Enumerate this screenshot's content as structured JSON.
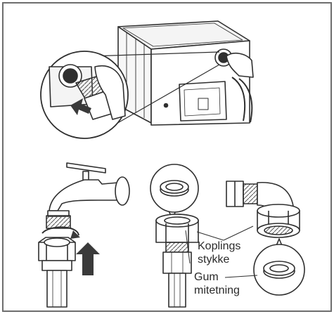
{
  "labels": {
    "coupling_line1": "Koplings",
    "coupling_line2": "stykke",
    "gasket_line1": "Gum",
    "gasket_line2": "mitetning"
  },
  "colors": {
    "border": "#6e6e6e",
    "ink": "#2f2f2f",
    "arrow_fill": "#3a3a3a",
    "machine_fill": "#f2f2f2"
  }
}
